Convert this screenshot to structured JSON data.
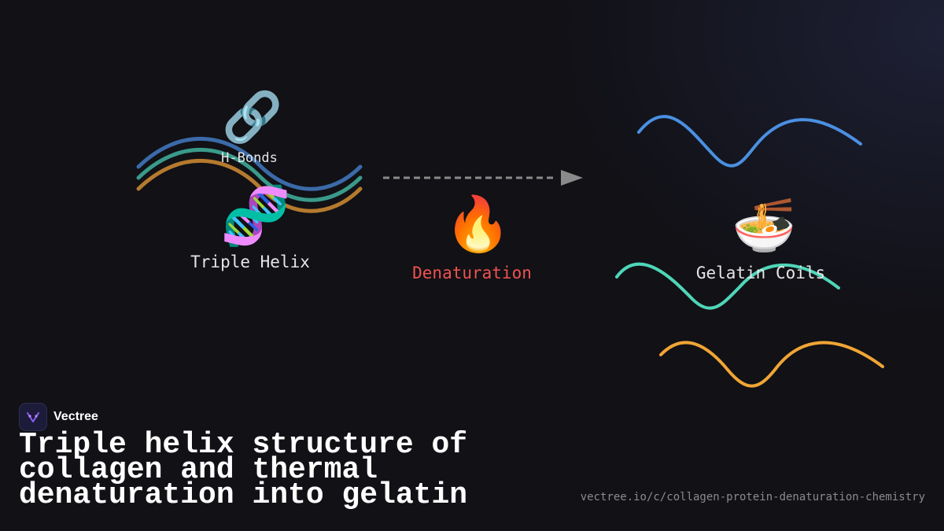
{
  "diagram": {
    "stage_collagen": {
      "bond_label": "H-Bonds",
      "bond_icon": "link-icon",
      "structure_label": "Triple Helix",
      "structure_icon": "dna-icon"
    },
    "process": {
      "label": "Denaturation",
      "icon": "fire-icon",
      "label_color": "#ef5350"
    },
    "stage_gelatin": {
      "label": "Gelatin Coils",
      "icon": "noodle-bowl-icon"
    },
    "helix_strand_colors": [
      "#3b6aa8",
      "#3a9a8a",
      "#b57a2e"
    ],
    "coil_colors": [
      "#4a90e2",
      "#4fd6b8",
      "#f0a535"
    ]
  },
  "brand": {
    "name": "Vectree",
    "logo": "vectree-logo-icon"
  },
  "title": "Triple helix structure of collagen and thermal denaturation into gelatin",
  "url": "vectree.io/c/collagen-protein-denaturation-chemistry"
}
